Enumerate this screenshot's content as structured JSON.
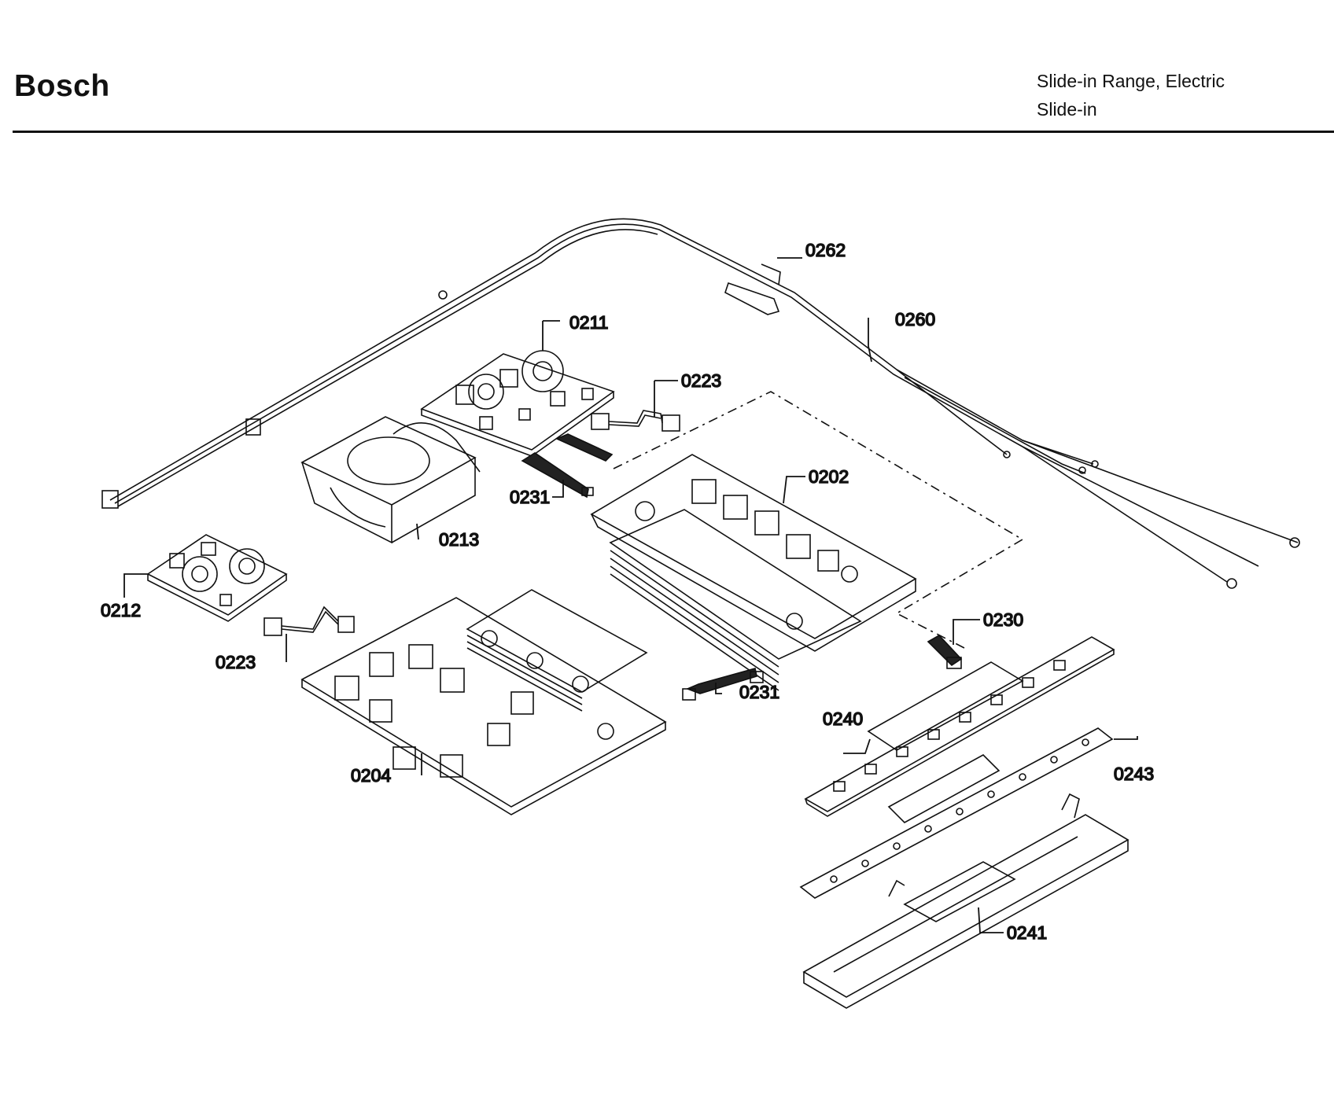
{
  "header": {
    "brand": "Bosch",
    "title_line1": "Slide-in Range, Electric",
    "title_line2": "Slide-in"
  },
  "callouts": {
    "c0262": "0262",
    "c0260": "0260",
    "c0211": "0211",
    "c0223_top": "0223",
    "c0202": "0202",
    "c0231_top": "0231",
    "c0213": "0213",
    "c0212": "0212",
    "c0223_left": "0223",
    "c0230": "0230",
    "c0231_bottom": "0231",
    "c0240": "0240",
    "c0243": "0243",
    "c0204": "0204",
    "c0241": "0241"
  }
}
